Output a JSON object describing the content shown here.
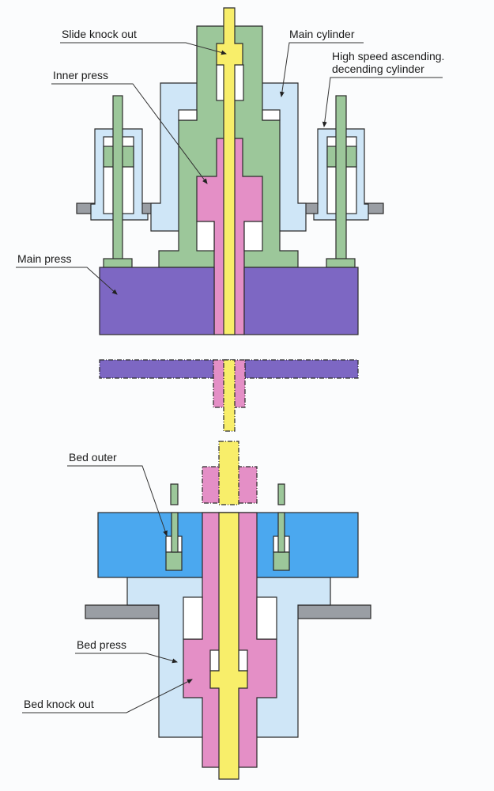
{
  "labels": {
    "slide_knock_out": "Slide knock out",
    "main_cylinder": "Main cylinder",
    "high_speed_1": "High speed ascending.",
    "high_speed_2": "decending cylinder",
    "inner_press": "Inner press",
    "main_press": "Main press",
    "bed_outer": "Bed outer",
    "bed_press": "Bed press",
    "bed_knock_out": "Bed knock out"
  },
  "colors": {
    "knockout_yellow": "#f8ee6a",
    "inner_press_pink": "#e48fc6",
    "main_cylinder_blue": "#cfe6f7",
    "piston_green": "#9cc79a",
    "main_press_purple": "#7d67c3",
    "bed_blue": "#4ba8ef",
    "plate_gray": "#9a9ea4"
  }
}
